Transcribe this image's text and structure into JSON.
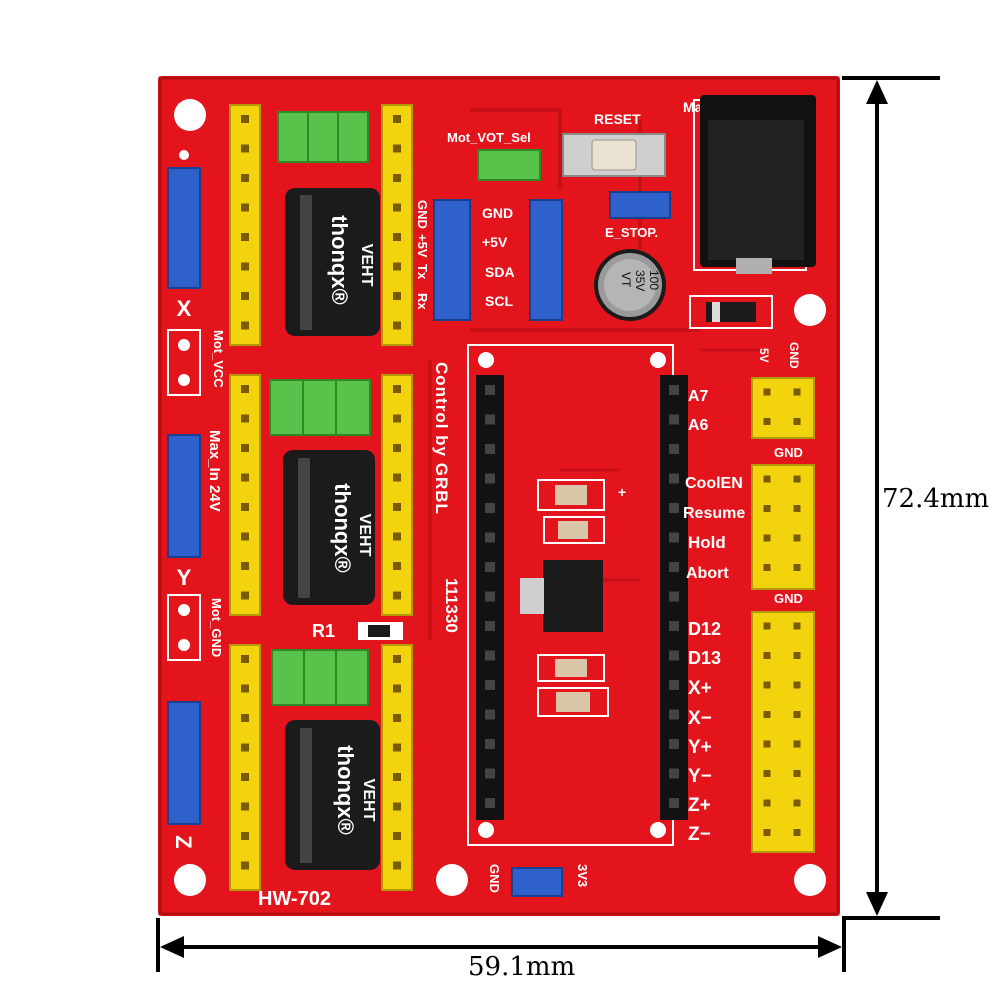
{
  "board": {
    "name": "HW-702",
    "version": "111330",
    "control_text": "Control by GRBL",
    "axis_labels": [
      "X",
      "Y",
      "Z"
    ],
    "reset_label": "RESET",
    "estop_label": "E_STOP.",
    "mot_vot_sel": "Mot_VOT_Sel",
    "power_jack_label": "Ma",
    "mot_vcc": "Mot_VCC",
    "max_in": "Max_In 24V",
    "mot_gnd": "Mot_GND",
    "r1": "R1",
    "i2c_left": [
      "GND",
      "+5V",
      "Tx",
      "Rx"
    ],
    "i2c_right": [
      "GND",
      "+5V",
      "SDA",
      "SCL"
    ],
    "analog_pins": [
      "A7",
      "A6"
    ],
    "header_top": [
      "5V",
      "GND"
    ],
    "gnd_label": "GND",
    "control_pins": [
      "CoolEN",
      "Resume",
      "Hold",
      "Abort"
    ],
    "limit_pins": [
      "D12",
      "D13",
      "X+",
      "X−",
      "Y+",
      "Y−",
      "Z+",
      "Z−"
    ],
    "bottom_left_pin": "GND",
    "bottom_right_pin": "3V3",
    "plus_mark": "+",
    "capacitor_brand": "thonqx®",
    "capacitor_model": "VEHT",
    "cap_small_lines": [
      "100",
      "35V",
      "VT"
    ],
    "colors": {
      "pcb_red": "#e3141c",
      "header_yellow": "#f2d30e",
      "jumper_green": "#59c24a",
      "header_blue": "#2e61c9",
      "cap_black": "#1b1b1b"
    }
  },
  "dimensions": {
    "height": "72.4mm",
    "width": "59.1mm"
  }
}
